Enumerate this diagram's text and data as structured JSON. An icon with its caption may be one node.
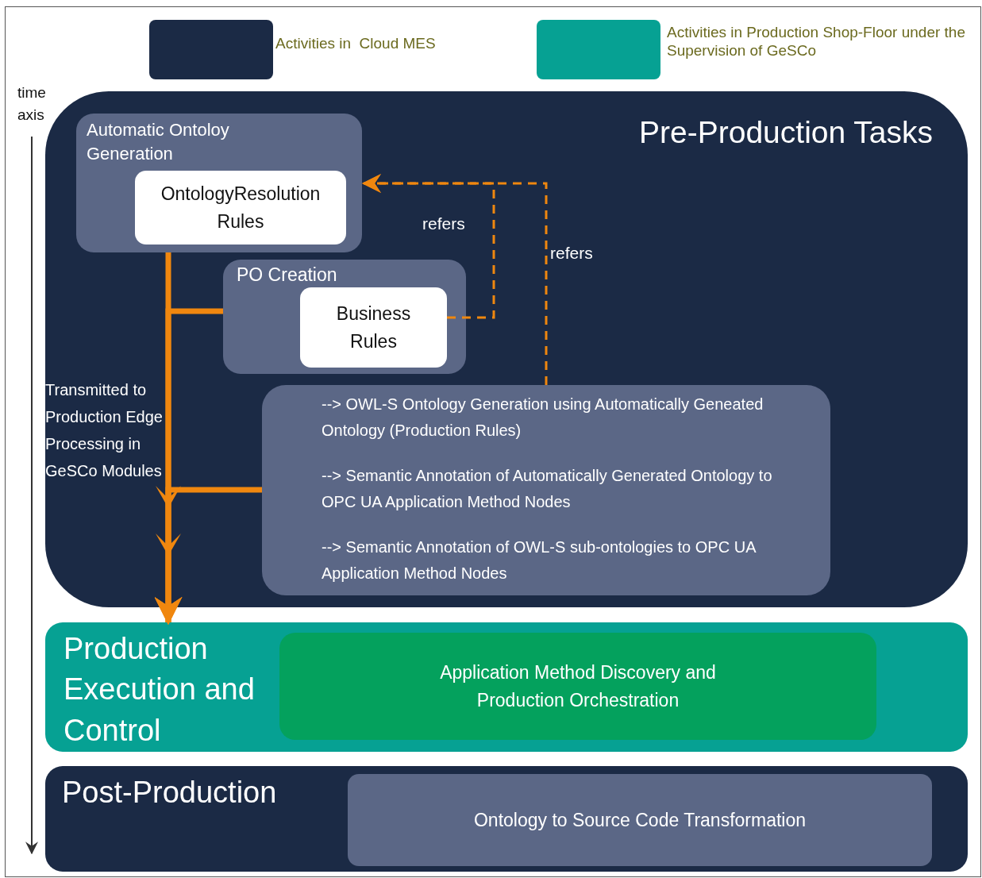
{
  "diagram": {
    "nodes": [
      {
        "text": [
          "Pre-Production Tasks"
        ]
      },
      {
        "text": [
          "Automatic Ontoloy Generation"
        ],
        "in": 0
      },
      {
        "text": [
          "OntologyResolution Rules"
        ],
        "in": 1
      },
      {
        "text": [
          "PO Creation"
        ],
        "in": 0
      },
      {
        "text": [
          "Business Rules"
        ],
        "in": 3
      },
      {
        "text": [
          "--> OWL-S Ontology Generation using Automatically Geneated Ontology (Production Rules)",
          "--> Semantic Annotation of Automatically Generated Ontology to OPC UA Application Method Nodes",
          "--> Semantic Annotation of OWL-S sub-ontologies to OPC UA Application Method Nodes"
        ],
        "in": 0
      },
      {
        "text": [
          "Production Execution and Control"
        ]
      },
      {
        "text": [
          "Application Method Discovery and Production Orchestration"
        ],
        "in": 6
      },
      {
        "text": [
          "Post-Production"
        ]
      },
      {
        "text": [
          "Ontology to Source Code Transformation"
        ],
        "in": 8
      }
    ],
    "edges": [
      {
        "from": 1,
        "to": 6,
        "arrow": "to",
        "label": "Transmitted to Production Edge Processing in GeSCo Modules"
      },
      {
        "from": 3,
        "to": 6,
        "arrow": "to"
      },
      {
        "from": 5,
        "to": 6,
        "arrow": "to"
      },
      {
        "from": 4,
        "to": 1,
        "arrow": "to",
        "label": "refers",
        "style": "dashed"
      },
      {
        "from": 5,
        "to": 1,
        "arrow": "to",
        "label": "refers",
        "style": "dashed"
      }
    ],
    "labels": [
      "time axis"
    ],
    "legend": [
      {
        "text": "Activities in  Cloud MES",
        "color": "#1b2a45"
      },
      {
        "text": "Activities in Production Shop-Floor under the Supervision of GeSCo",
        "color": "#06a193"
      }
    ]
  }
}
